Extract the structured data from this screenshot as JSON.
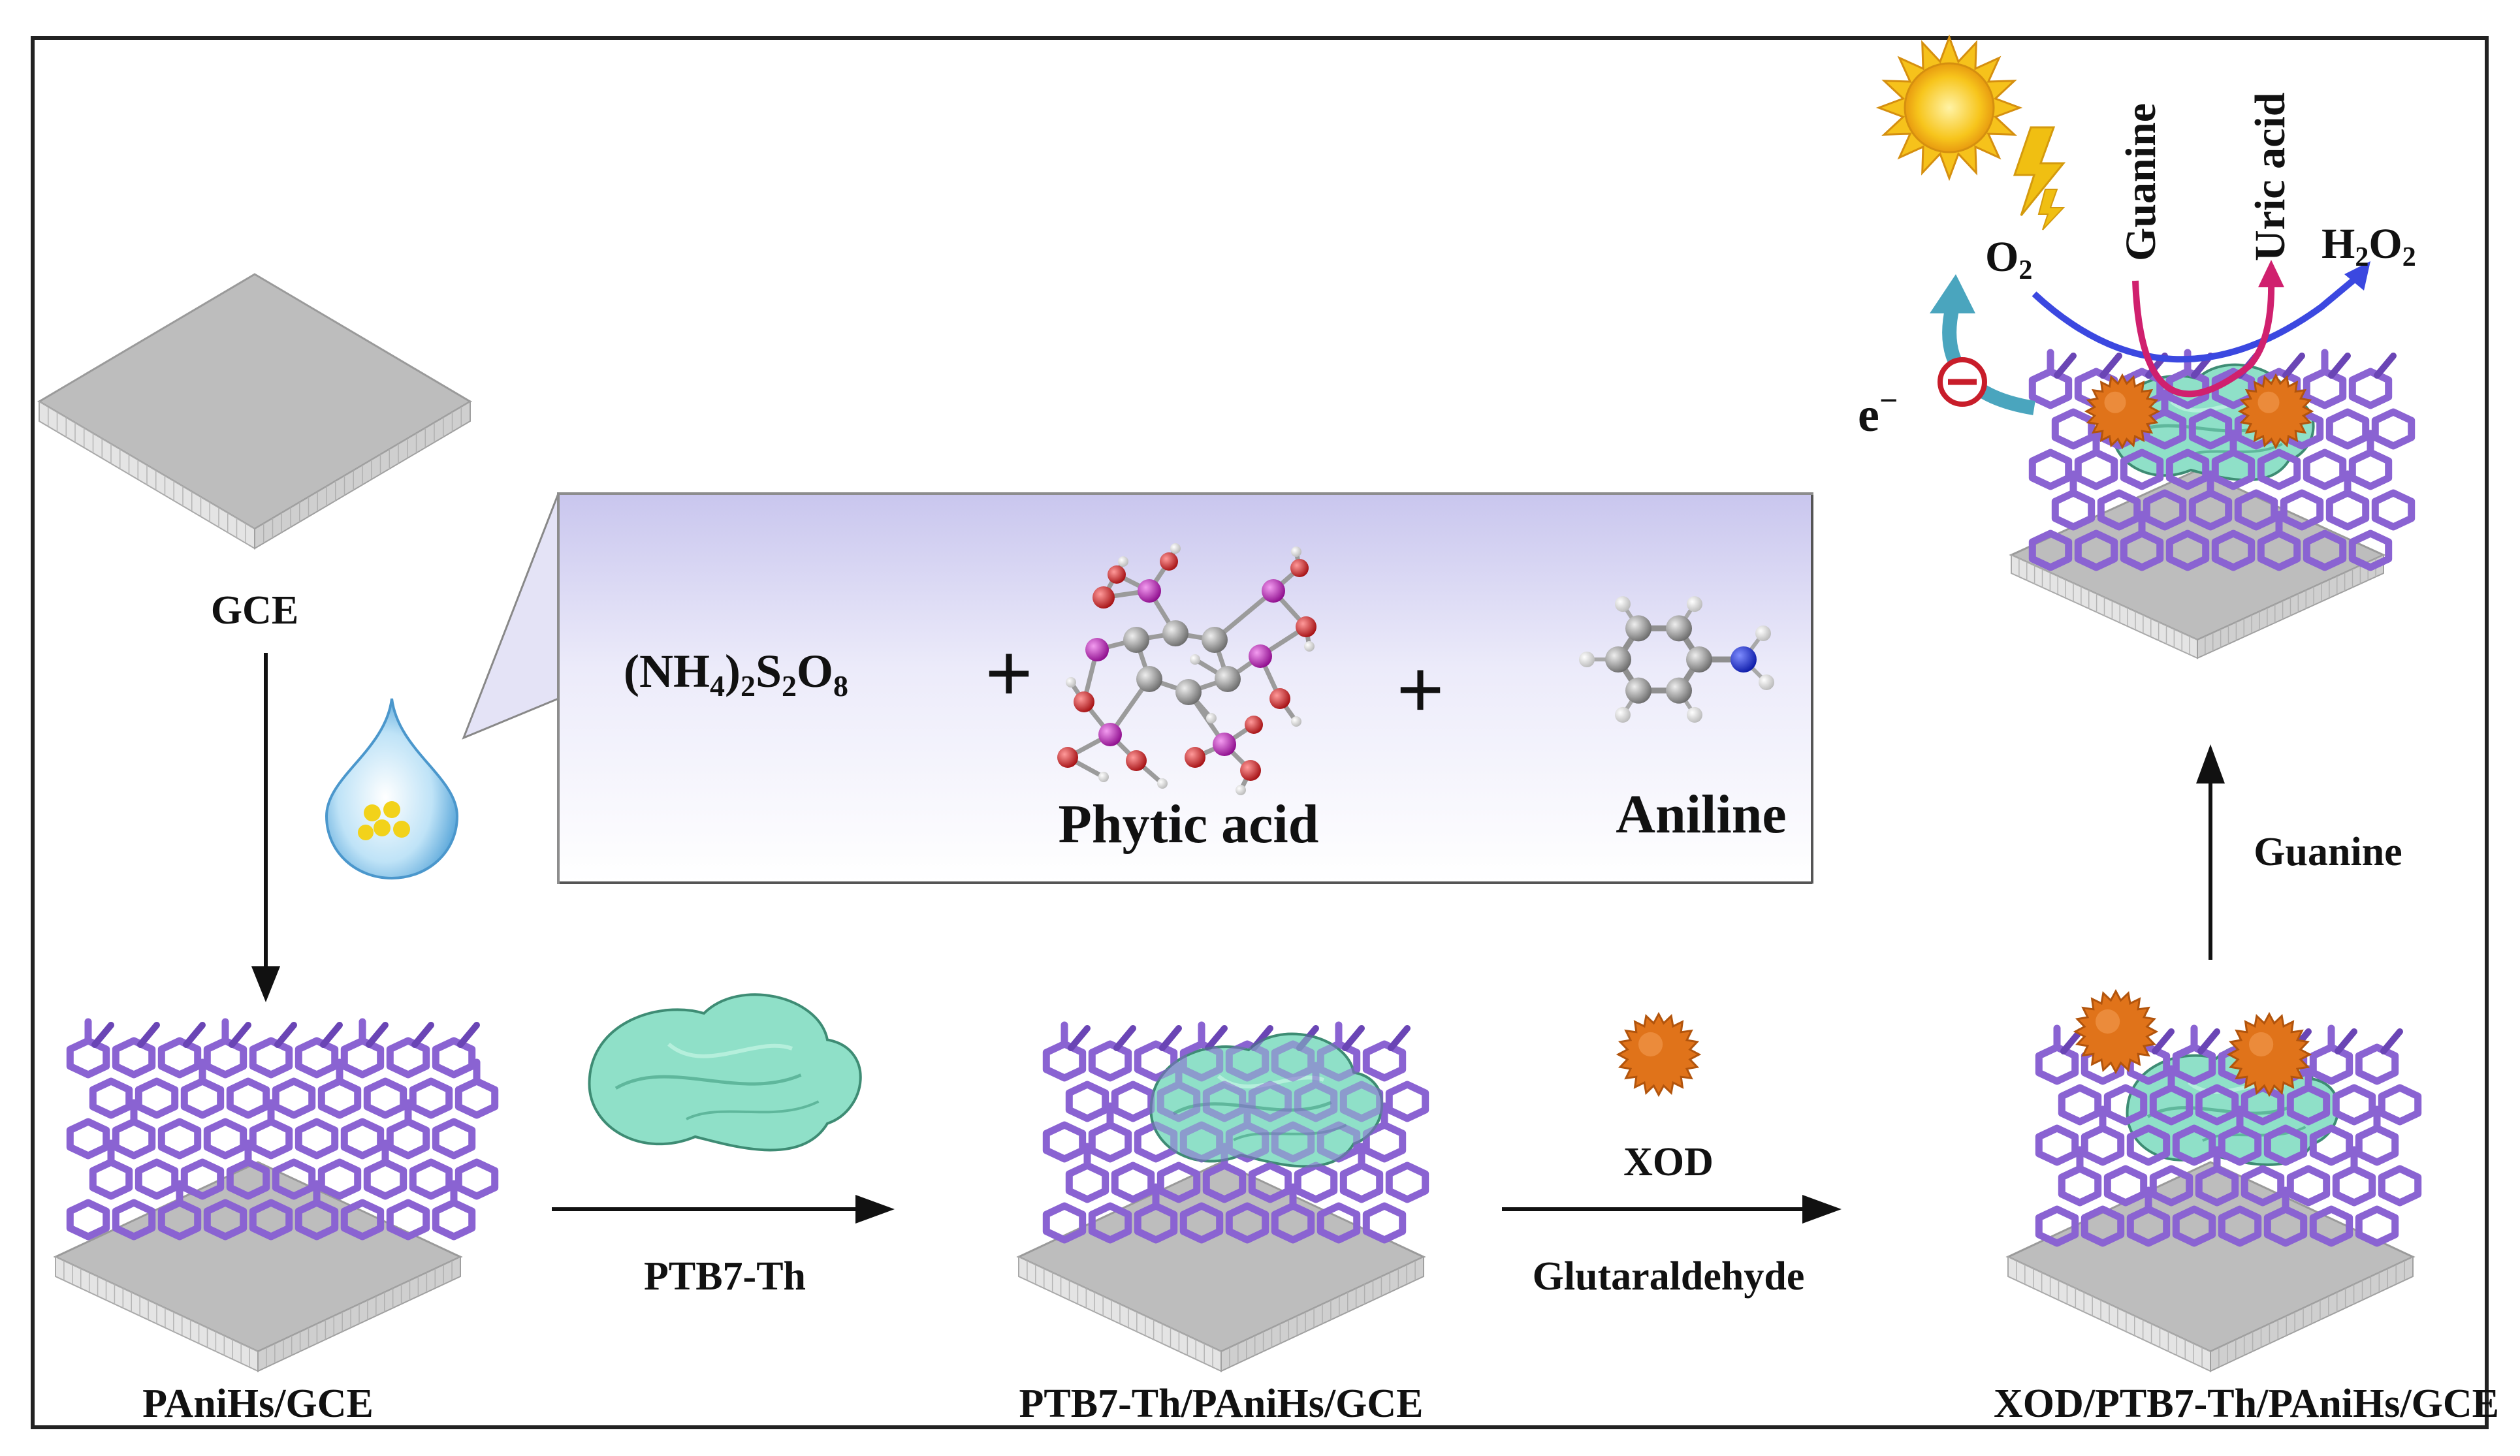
{
  "labels": {
    "gce": "GCE",
    "panihs_gce": "PAniHs/GCE",
    "ptb7_th_panihs_gce": "PTB7-Th/PAniHs/GCE",
    "xod_ptb7_th_panihs_gce": "XOD/PTB7-Th/PAniHs/GCE"
  },
  "reagents": {
    "aps_parts": [
      "(NH",
      "4",
      ")",
      "2",
      "S",
      "2",
      "O",
      "8"
    ],
    "plus": "+",
    "phytic_acid": "Phytic acid",
    "aniline": "Aniline"
  },
  "steps": {
    "ptb7_th": "PTB7-Th",
    "xod": "XOD",
    "glutaraldehyde": "Glutaraldehyde",
    "guanine": "Guanine"
  },
  "reaction": {
    "electron": "e",
    "electron_sup": "−",
    "o2_parts": [
      "O",
      "2"
    ],
    "guanine": "Guanine",
    "uric_acid": "Uric acid",
    "h2o2_parts": [
      "H",
      "2",
      "O",
      "2"
    ]
  },
  "colors": {
    "frame": "#222222",
    "substrate": "#b9b9b9",
    "network": "#8a63d2",
    "polymer": "#8fe0c8",
    "enzyme": "#e0731a",
    "sun": "#f6c21b",
    "arrow_blue": "#3b48e0",
    "arrow_magenta": "#d0206e",
    "arrow_teal": "#4aa5be"
  }
}
